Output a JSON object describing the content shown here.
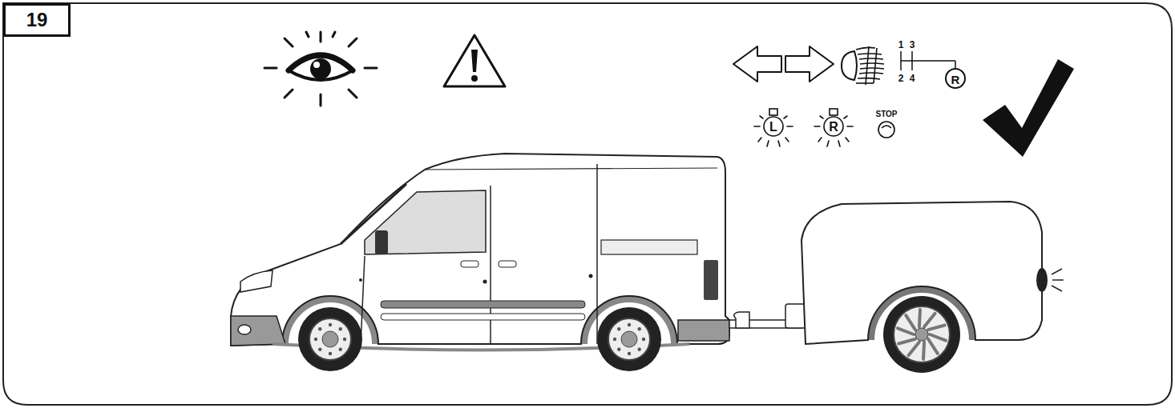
{
  "diagram": {
    "nodes": [
      {
        "text": [
          "19"
        ]
      }
    ],
    "labels": [
      "1",
      "3",
      "2",
      "4",
      "R",
      "L",
      "R",
      "STOP"
    ]
  }
}
